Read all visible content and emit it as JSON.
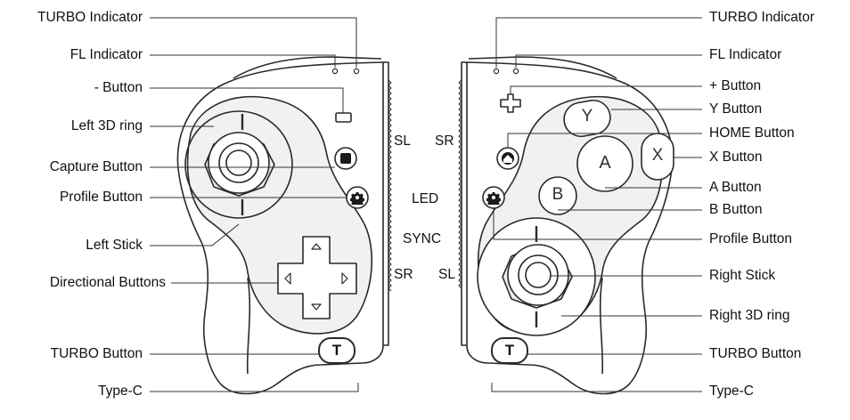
{
  "left_controller": {
    "labels": {
      "turbo_indicator": "TURBO Indicator",
      "fl_indicator": "FL Indicator",
      "minus_button": "- Button",
      "left_3d_ring": "Left 3D ring",
      "capture_button": "Capture Button",
      "profile_button": "Profile Button",
      "left_stick": "Left Stick",
      "directional_buttons": "Directional Buttons",
      "turbo_button": "TURBO Button",
      "type_c": "Type-C"
    },
    "rail": {
      "sl": "SL",
      "sr": "SR"
    },
    "turbo_key": "T"
  },
  "right_controller": {
    "labels": {
      "turbo_indicator": "TURBO  Indicator",
      "fl_indicator": "FL Indicator",
      "plus_button": "+ Button",
      "y_button": "Y Button",
      "home_button": "HOME Button",
      "x_button": "X Button",
      "a_button": "A Button",
      "b_button": "B Button",
      "profile_button": "Profile Button",
      "right_stick": "Right Stick",
      "right_3d_ring": "Right 3D ring",
      "turbo_button": "TURBO Button",
      "type_c": "Type-C"
    },
    "rail": {
      "sr": "SR",
      "sl": "SL"
    },
    "center": {
      "led": "LED",
      "sync": "SYNC"
    },
    "face_keys": {
      "y": "Y",
      "x": "X",
      "a": "A",
      "b": "B"
    },
    "turbo_key": "T"
  },
  "colors": {
    "line": "#222222",
    "outline": "#2a2a2a",
    "shade": "#d9d9d9",
    "button_fill": "#1a1a1a"
  }
}
